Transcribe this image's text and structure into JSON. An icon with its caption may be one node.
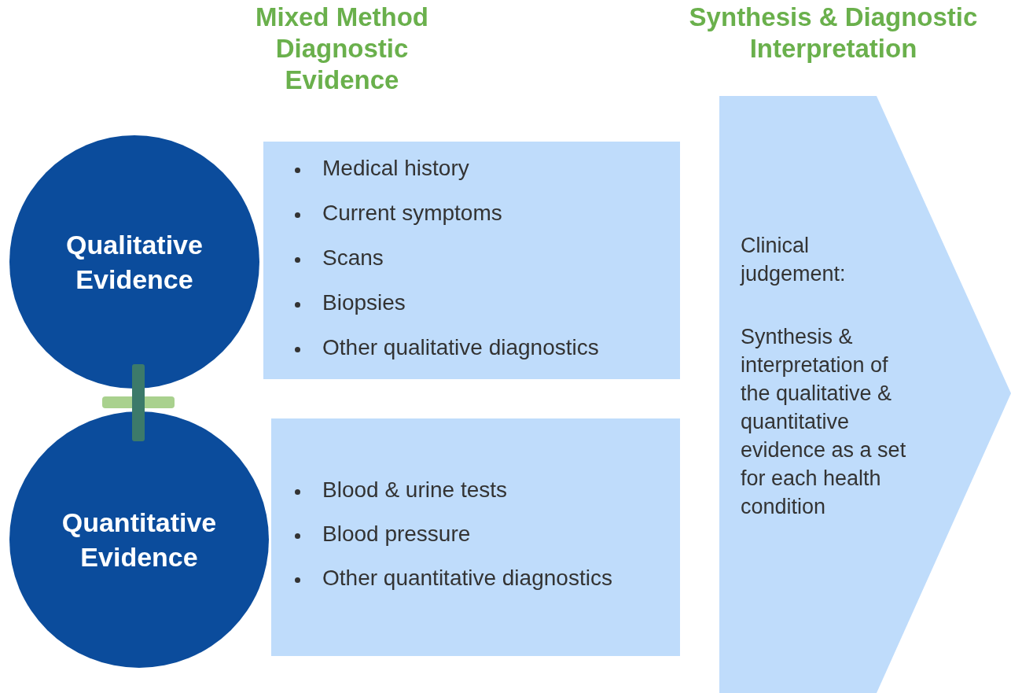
{
  "diagram": {
    "nodes": [
      {
        "text": [
          "Qualitative Evidence"
        ]
      },
      {
        "text": [
          "Medical history",
          "Current symptoms",
          "Scans",
          "Biopsies",
          "Other qualitative diagnostics"
        ]
      },
      {
        "text": [
          "Quantitative Evidence"
        ]
      },
      {
        "text": [
          "Blood & urine tests",
          "Blood pressure",
          "Other quantitative diagnostics"
        ]
      },
      {
        "text": [
          "Clinical judgement:",
          "Synthesis & interpretation of the qualitative & quantitative evidence as a set for each health condition"
        ]
      }
    ],
    "labels": [
      "Mixed Method Diagnostic Evidence",
      "Synthesis & Diagnostic Interpretation"
    ]
  }
}
